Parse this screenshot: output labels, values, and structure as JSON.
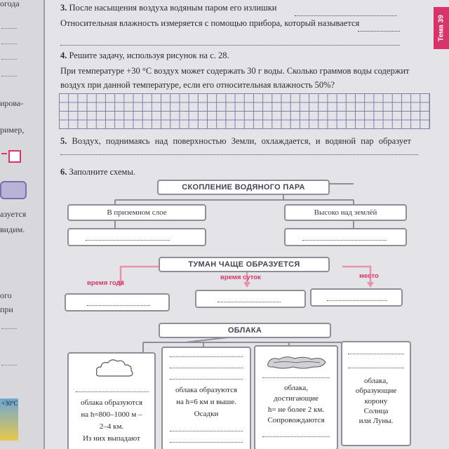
{
  "page": {
    "tab": "Тема 39"
  },
  "left_page": [
    "огода",
    "ирова-",
    "ример,",
    "азуется",
    "видим.",
    "ого",
    "при",
    "+30°C"
  ],
  "task3": {
    "num": "3.",
    "line1": "После насыщения воздуха водяным паром его излишки",
    "line2": "Относительная влажность измеряется с помощью прибора, который называется"
  },
  "task4": {
    "num": "4.",
    "line1": "Решите задачу, используя рисунок на с. 28.",
    "line2": "При температуре +30 °С воздух может содержать 30 г воды. Сколько граммов воды содержит",
    "line3": "воздух при данной температуре, если его относительная влажность 50%?"
  },
  "task5": {
    "num": "5.",
    "text": "Воздух, поднимаясь над поверхностью Земли, охлаждается, и водяной пар образует"
  },
  "task6": {
    "num": "6.",
    "text": "Заполните схемы."
  },
  "scheme1": {
    "title": "СКОПЛЕНИЕ ВОДЯНОГО ПАРА",
    "left": "В приземном слое",
    "right": "Высоко над землёй"
  },
  "scheme2": {
    "title": "ТУМАН ЧАЩЕ ОБРАЗУЕТСЯ",
    "label_left": "время года",
    "label_mid": "время суток",
    "label_right": "место"
  },
  "scheme3": {
    "title": "ОБЛАКА",
    "c1": [
      "облака образуются",
      "на h=800–1000 м –",
      "2–4 км.",
      "Из них выпадают"
    ],
    "c2": [
      "облака образуются",
      "на h=6 км и выше.",
      "Осадки"
    ],
    "c3": [
      "облака,",
      "достигающие",
      "h= не более 2 км.",
      "Сопровождаются"
    ],
    "c4": [
      "облака,",
      "образующие",
      "корону",
      "Солнца",
      "или Луны."
    ]
  }
}
